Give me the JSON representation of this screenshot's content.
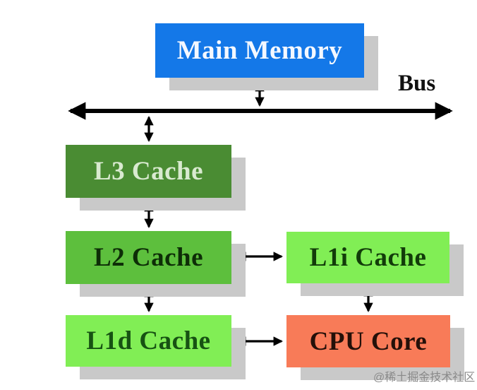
{
  "diagram": {
    "nodes": [
      {
        "id": "main-memory",
        "label": "Main Memory",
        "fill": "#1478e8",
        "text_color": "#f4f8ff"
      },
      {
        "id": "l3-cache",
        "label": "L3 Cache",
        "fill": "#4a8c33",
        "text_color": "#d9ead0"
      },
      {
        "id": "l2-cache",
        "label": "L2 Cache",
        "fill": "#5dbf3d",
        "text_color": "#0d2d07"
      },
      {
        "id": "l1i-cache",
        "label": "L1i Cache",
        "fill": "#81ee55",
        "text_color": "#123c0a"
      },
      {
        "id": "l1d-cache",
        "label": "L1d Cache",
        "fill": "#81ee55",
        "text_color": "#175213"
      },
      {
        "id": "cpu-core",
        "label": "CPU Core",
        "fill": "#f87b58",
        "text_color": "#241009"
      }
    ],
    "bus_label": "Bus",
    "watermark": "@稀土掘金技术社区",
    "connections": [
      "main-memory <-> bus",
      "bus <-> l3-cache",
      "l3-cache <-> l2-cache",
      "l2-cache <-> l1d-cache",
      "l2-cache <-> l1i-cache",
      "l1i-cache <-> cpu-core",
      "l1d-cache <-> cpu-core"
    ],
    "arrow_color": "#000000",
    "shadow_color": "#c9c9c9",
    "background": "#ffffff"
  }
}
